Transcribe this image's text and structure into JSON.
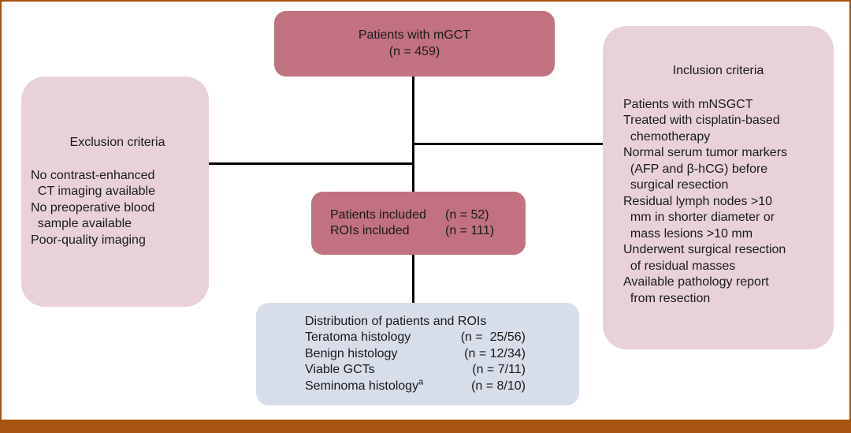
{
  "figure": {
    "type": "patient-flow-diagram",
    "frame_color": "#a85511",
    "colors": {
      "dark_rose_box": "#c17180",
      "light_pink_box": "#e8d2d8",
      "blue_box": "#d7dee9",
      "connector_line": "#000000",
      "text": "#1a1a1a"
    }
  },
  "boxes": {
    "top": {
      "line1": "Patients with mGCT",
      "line2": "(n = 459)"
    },
    "exclusion": {
      "title": "Exclusion criteria",
      "lines": [
        "No contrast-enhanced",
        "  CT imaging available",
        "No preoperative blood",
        "  sample available",
        "Poor-quality imaging"
      ]
    },
    "inclusion": {
      "title": "Inclusion criteria",
      "lines": [
        "Patients with mNSGCT",
        "Treated with cisplatin-based",
        "  chemotherapy",
        "Normal serum tumor markers",
        "  (AFP and β-hCG) before",
        "  surgical resection",
        "Residual lymph nodes >10",
        "  mm in shorter diameter or",
        "  mass lesions >10 mm",
        "Underwent surgical resection",
        "  of residual masses",
        "Available pathology report",
        "  from resection"
      ]
    },
    "included": {
      "rows": [
        {
          "label": "Patients included",
          "value": "(n = 52)"
        },
        {
          "label": "ROIs included",
          "value": "(n = 111)"
        }
      ]
    },
    "distribution": {
      "title": "Distribution of patients and ROIs",
      "rows": [
        {
          "label": "Teratoma histology",
          "sup": "",
          "value": "(n =  25/56)"
        },
        {
          "label": "Benign histology",
          "sup": "",
          "value": "(n = 12/34)"
        },
        {
          "label": "Viable GCTs",
          "sup": "",
          "value": "(n = 7/11)"
        },
        {
          "label": "Seminoma histology",
          "sup": "a",
          "value": "(n = 8/10)"
        }
      ]
    }
  }
}
